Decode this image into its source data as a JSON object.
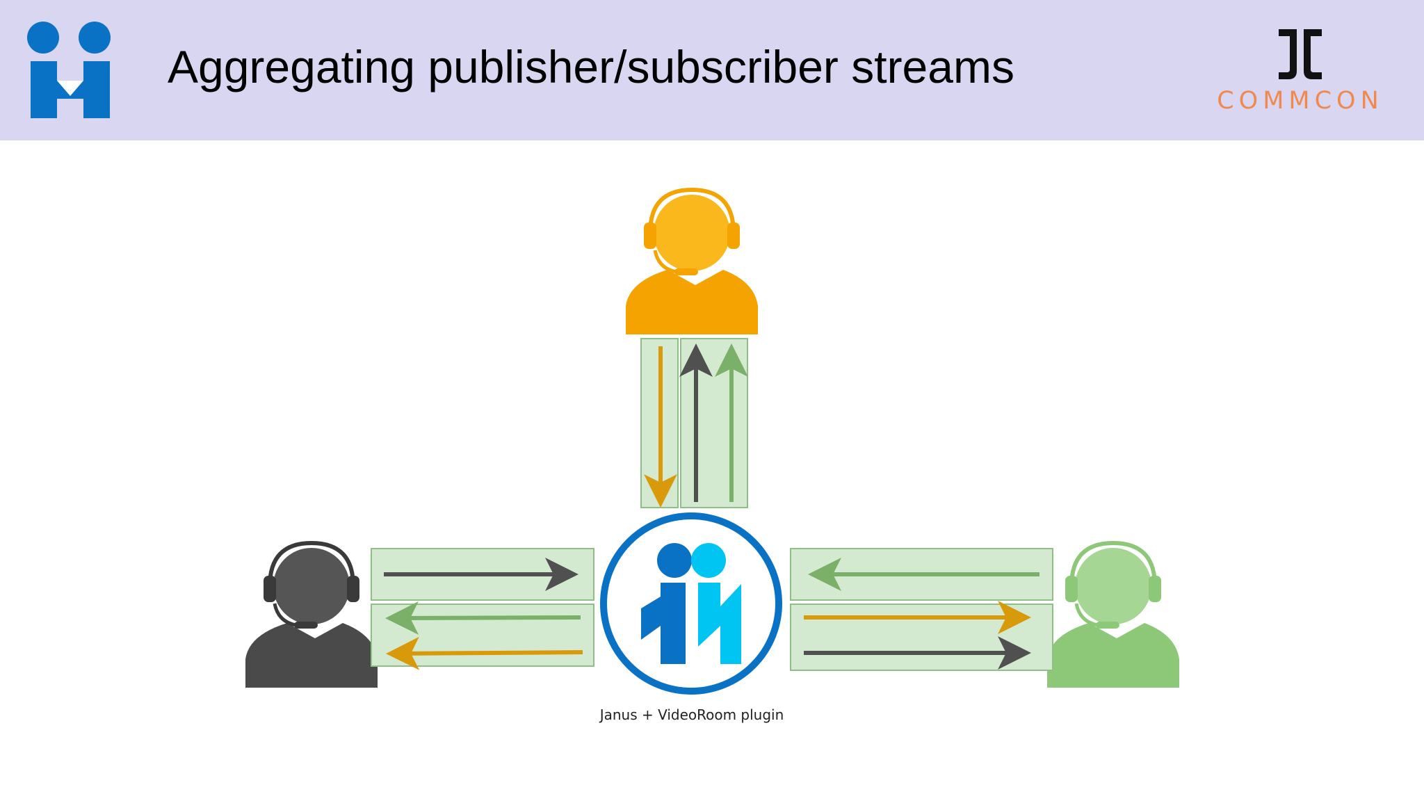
{
  "slide": {
    "title": "Aggregating publisher/subscriber streams",
    "brand_right": "COMMCON"
  },
  "diagram": {
    "server_label": "Janus + VideoRoom plugin",
    "participants": [
      {
        "id": "top",
        "color": "#f5a300"
      },
      {
        "id": "left",
        "color": "#4a4a4a"
      },
      {
        "id": "right",
        "color": "#8cc878"
      }
    ],
    "colors": {
      "orange_stream": "#d89a0a",
      "dark_stream": "#505050",
      "green_stream": "#7ab068",
      "channel_fill": "#d4ead0",
      "channel_border": "#8fbf86",
      "janus_blue": "#0a72c4",
      "janus_cyan": "#00c4f2",
      "header_bg": "#d8d6f0"
    }
  }
}
